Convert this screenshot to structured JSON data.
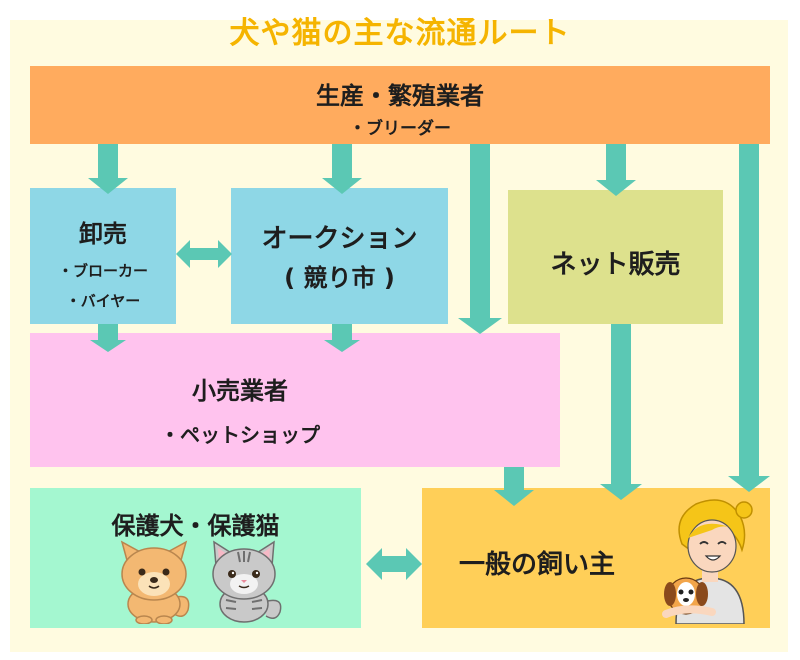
{
  "title": "犬や猫の主な流通ルート",
  "nodes": {
    "producer": {
      "label": "生産・繁殖業者",
      "sub": "・ブリーダー"
    },
    "wholesale": {
      "label": "卸売",
      "items": [
        "・ブローカー",
        "・バイヤー"
      ]
    },
    "auction": {
      "label": "オークション",
      "sub": "( 競り市 )"
    },
    "net": {
      "label": "ネット販売"
    },
    "retail": {
      "label": "小売業者",
      "sub": "・ペットショップ"
    },
    "rescue": {
      "label": "保護犬・保護猫"
    },
    "owner": {
      "label": "一般の飼い主"
    }
  },
  "edges": [
    {
      "from": "producer",
      "to": "wholesale"
    },
    {
      "from": "producer",
      "to": "auction"
    },
    {
      "from": "producer",
      "to": "retail"
    },
    {
      "from": "producer",
      "to": "net"
    },
    {
      "from": "producer",
      "to": "owner"
    },
    {
      "from": "wholesale",
      "to": "auction",
      "bidirectional": true
    },
    {
      "from": "wholesale",
      "to": "retail"
    },
    {
      "from": "auction",
      "to": "retail"
    },
    {
      "from": "retail",
      "to": "owner"
    },
    {
      "from": "net",
      "to": "owner"
    },
    {
      "from": "rescue",
      "to": "owner",
      "bidirectional": true
    }
  ],
  "colors": {
    "title": "#F5B400",
    "arrow": "#5BC8B4",
    "producer": "#FFAB5E",
    "wholesale": "#8ED7E6",
    "net": "#DDE18D",
    "retail": "#FFC3EE",
    "rescue": "#A4F7D0",
    "owner": "#FFCF58"
  },
  "icons": [
    "shiba-dog-icon",
    "tabby-cat-icon",
    "owner-with-dog-icon"
  ]
}
